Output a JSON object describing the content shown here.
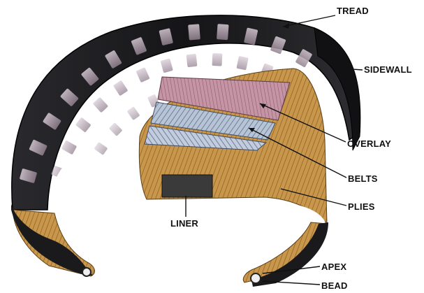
{
  "labels": {
    "tread": "TREAD",
    "sidewall": "SIDEWALL",
    "overlay": "OVERLAY",
    "belts": "BELTS",
    "plies": "PLIES",
    "liner": "LINER",
    "apex": "APEX",
    "bead": "BEAD"
  },
  "colors": {
    "rubber": "#1a1a1c",
    "tread_highlight": "#c7b6c4",
    "overlay": "#b98a9a",
    "belt_steel": "#9aa9bf",
    "plies": "#c4944a",
    "liner": "#3a3a3a",
    "leader_line": "#111111"
  }
}
